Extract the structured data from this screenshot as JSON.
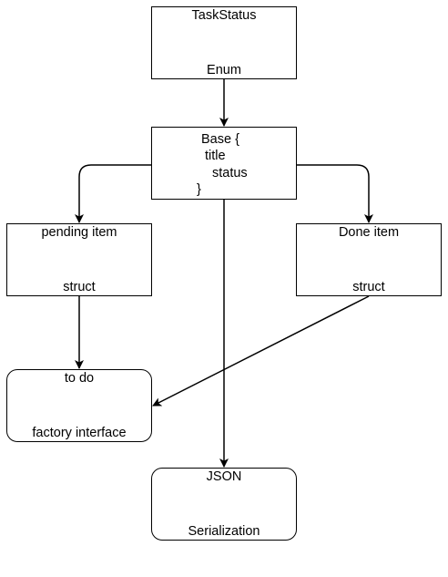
{
  "nodes": {
    "taskstatus": {
      "lines": [
        "TaskStatus",
        "Enum"
      ]
    },
    "base": {
      "lines": [
        "Base {",
        "title",
        "status",
        "}"
      ]
    },
    "pending": {
      "lines": [
        "pending item",
        "struct"
      ]
    },
    "done": {
      "lines": [
        "Done item",
        "struct"
      ]
    },
    "factory": {
      "lines": [
        "to do",
        "factory interface"
      ]
    },
    "json": {
      "lines": [
        "JSON",
        "Serialization"
      ]
    }
  },
  "edges": [
    {
      "from": "taskstatus",
      "to": "base"
    },
    {
      "from": "base",
      "to": "pending"
    },
    {
      "from": "base",
      "to": "done"
    },
    {
      "from": "base",
      "to": "json"
    },
    {
      "from": "pending",
      "to": "factory"
    },
    {
      "from": "done",
      "to": "factory"
    }
  ],
  "colors": {
    "stroke": "#000000",
    "fill": "#ffffff",
    "text": "#000000"
  }
}
